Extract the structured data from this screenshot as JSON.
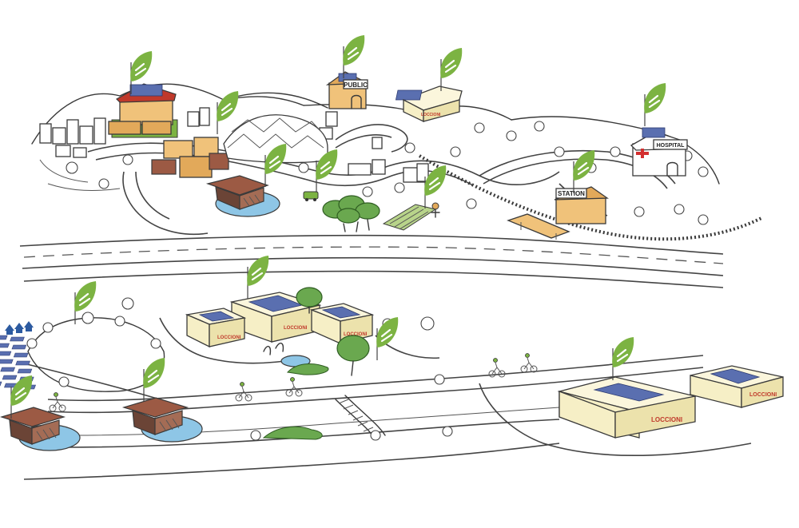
{
  "labels": {
    "public": "PUBLIC",
    "hospital": "HOSPITAL",
    "station": "STATION",
    "loccioni": "LOCCIONI"
  },
  "colors": {
    "leaf_green": "#7cb342",
    "solar_panel": "#5a6fb0",
    "building_cream": "#f6efc6",
    "water_blue": "#8ec6e6",
    "roof_red": "#c0392b",
    "cross_red": "#d32f2f"
  },
  "icons": {
    "flag": "green-leaf-flag-icon",
    "solar": "solar-panel-icon",
    "wind": "wind-icon",
    "cyclist": "cyclist-icon"
  }
}
